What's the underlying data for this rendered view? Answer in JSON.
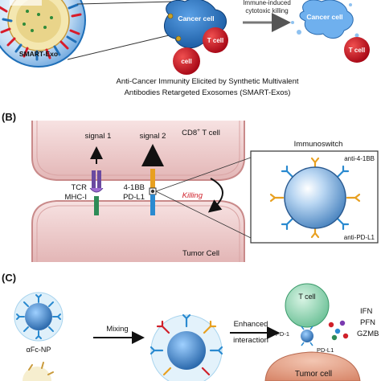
{
  "panel_a": {
    "label_sm": "SMART-Exo",
    "cancer_cell": "Cancer cell",
    "t_cell": "T cell",
    "cell_small": "cell",
    "killing_line1": "Immune-induced",
    "killing_line2": "cytotoxic killing",
    "cancer_cell_right": "Cancer cell",
    "t_cell_right": "T cell",
    "caption_line1": "Anti-Cancer Immunity Elicited by Synthetic Multivalent",
    "caption_line2": "Antibodies Retargeted Exosomes (SMART-Exos)"
  },
  "panel_b": {
    "label": "(B)",
    "cd8_prefix": "CD8",
    "cd8_sup": "+",
    "cd8_suffix": " T cell",
    "signal1": "signal 1",
    "signal2": "signal 2",
    "tcr": "TCR",
    "mhc": "MHC-I",
    "bb": "4-1BB",
    "pdl1": "PD-L1",
    "killing": "Killing",
    "immunoswitch": "Immunoswitch",
    "anti_41bb": "anti-4-1BB",
    "anti_pdl1": "anti-PD-L1",
    "tumor": "Tumor Cell"
  },
  "panel_c": {
    "label": "(C)",
    "afc": "αFc-NP",
    "mixing": "Mixing",
    "enhanced1": "Enhanced",
    "enhanced2": "interaction",
    "tcell": "T cell",
    "pd1": "PD-1",
    "pdl1": "PD-L1",
    "ifn": "IFN",
    "pfn": "PFN",
    "gzmb": "GZMB",
    "tumor": "Tumor cell"
  },
  "colors": {
    "exo_blue": "#1f6fb8",
    "tcell_red": "#c8101e",
    "membrane_pink": "#e8b8b8",
    "killing_red": "#d0202a",
    "nanoparticle_blue": "#4a8fd6"
  }
}
